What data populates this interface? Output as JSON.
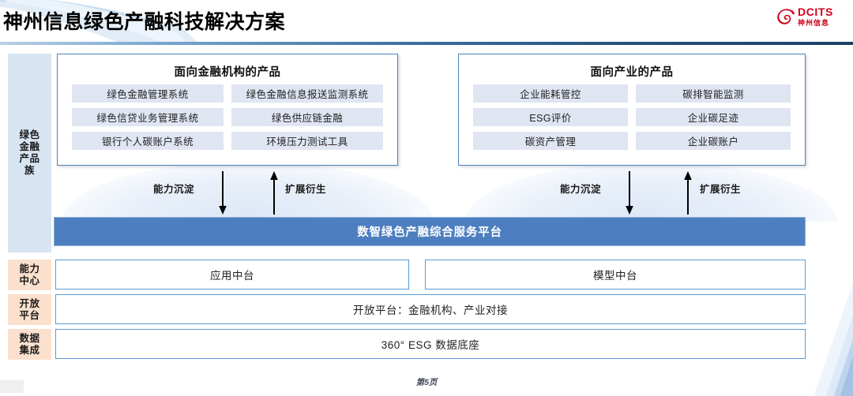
{
  "header": {
    "title": "神州信息绿色产融科技解决方案",
    "logo": {
      "mark": "dcits-swoosh-icon",
      "english": "DCITS",
      "chinese": "神州信息",
      "color": "#d0021b"
    }
  },
  "rail": {
    "products": "绿色\n金融\n产品\n族",
    "products_lines": [
      "绿色",
      "金融",
      "产品",
      "族"
    ],
    "capability": "能力\n中心",
    "open": "开放\n平台",
    "data": "数据\n集成"
  },
  "groups": [
    {
      "id": "financial-institutions",
      "title": "面向金融机构的产品",
      "chips": [
        "绿色金融管理系统",
        "绿色金融信息报送监测系统",
        "绿色信贷业务管理系统",
        "绿色供应链金融",
        "银行个人碳账户系统",
        "环境压力测试工具"
      ]
    },
    {
      "id": "industry",
      "title": "面向产业的产品",
      "chips": [
        "企业能耗管控",
        "碳排智能监测",
        "ESG评价",
        "企业碳足迹",
        "碳资产管理",
        "企业碳账户"
      ]
    }
  ],
  "flows": {
    "left": {
      "down_label": "能力沉淀",
      "up_label": "扩展衍生"
    },
    "right": {
      "down_label": "能力沉淀",
      "up_label": "扩展衍生"
    }
  },
  "platform": {
    "label": "数智绿色产融综合服务平台",
    "color": "#4d7ebf"
  },
  "layers": {
    "app_middle": "应用中台",
    "model_middle": "模型中台",
    "open_platform": "开放平台：金融机构、产业对接",
    "data_base": "360° ESG 数据底座"
  },
  "footer": {
    "page": "第5页"
  },
  "palette": {
    "chip_bg": "#dfe5f1",
    "rail_blue": "#d7e4f2",
    "rail_peach": "#fbe0cd",
    "box_border": "#5b9bd5",
    "accent_red": "#d0021b"
  }
}
